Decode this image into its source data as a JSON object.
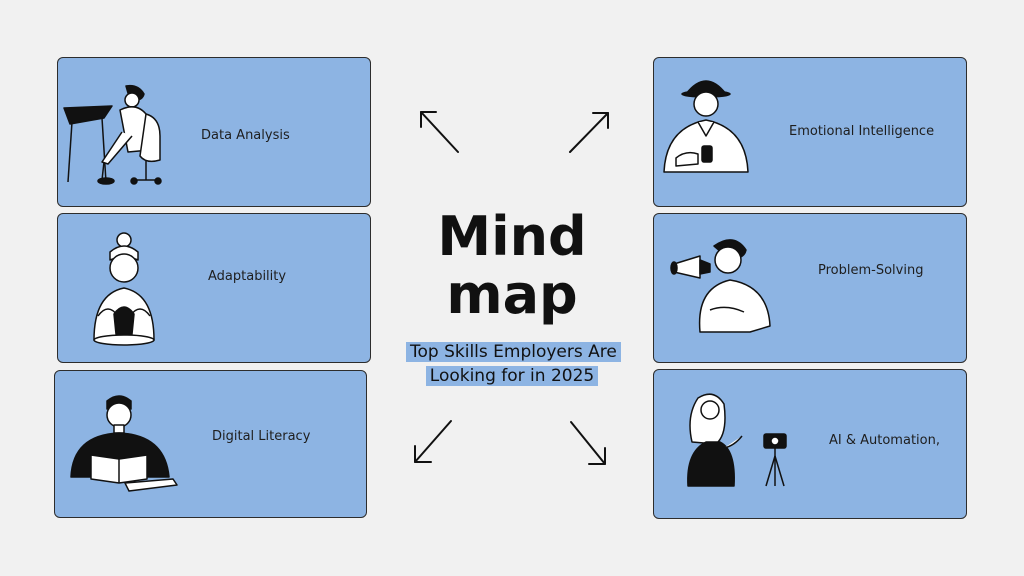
{
  "center": {
    "title_line1": "Mind",
    "title_line2": "map",
    "subtitle": "Top Skills Employers Are Looking for in 2025"
  },
  "nodes": [
    {
      "label": "Data Analysis",
      "icon": "person-at-drafting-table-icon"
    },
    {
      "label": "Adaptability",
      "icon": "person-pottery-wheel-icon"
    },
    {
      "label": "Digital Literacy",
      "icon": "person-reading-book-icon"
    },
    {
      "label": "Emotional Intelligence",
      "icon": "person-with-hat-phone-icon"
    },
    {
      "label": "Problem-Solving",
      "icon": "person-with-megaphone-icon"
    },
    {
      "label": "AI & Automation,",
      "icon": "person-with-camera-tripod-icon"
    }
  ],
  "colors": {
    "card": "#8db4e3",
    "background": "#f1f1f1",
    "outline": "#2d2d2d"
  }
}
